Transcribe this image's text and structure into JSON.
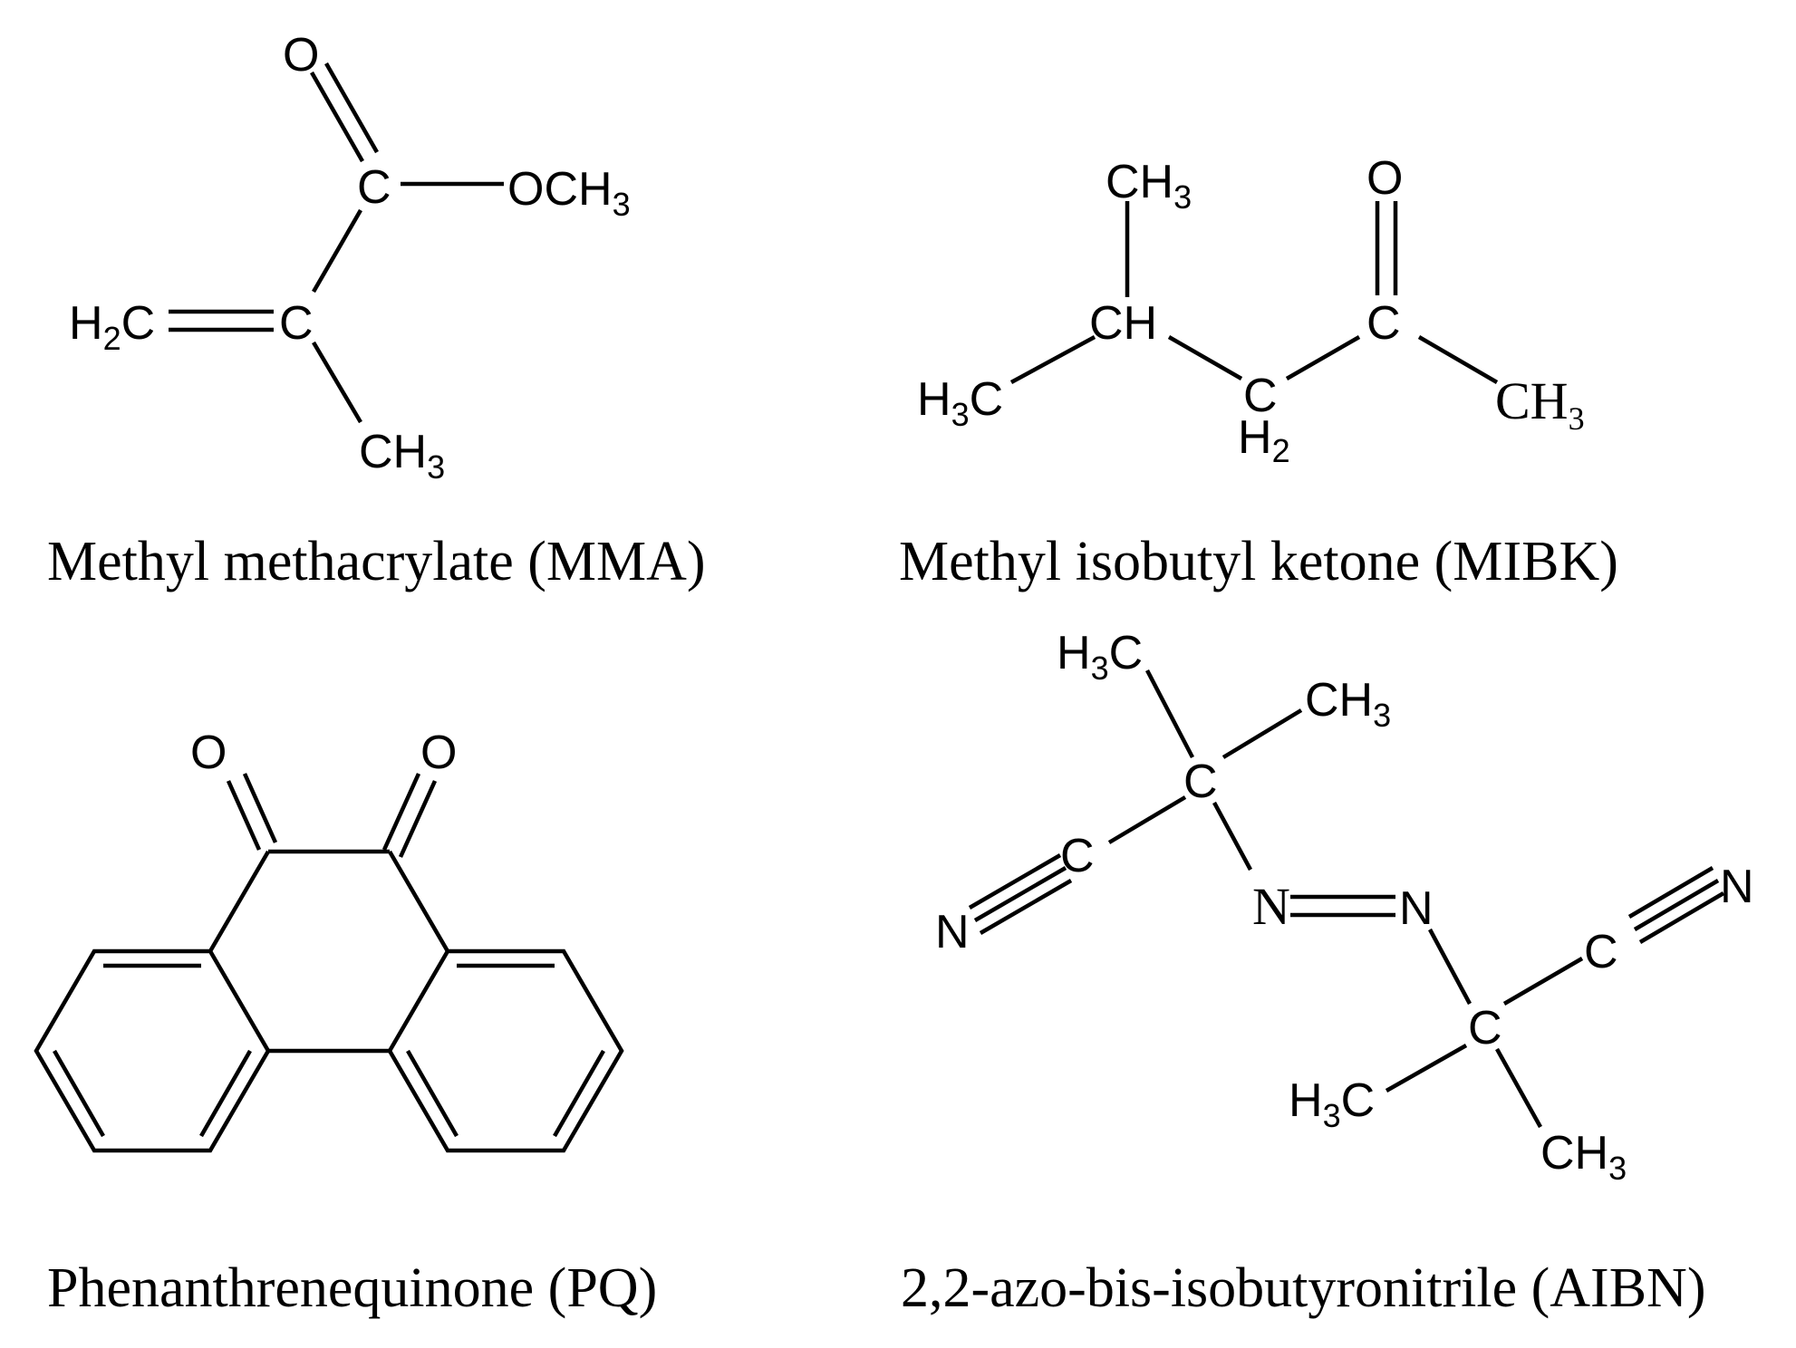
{
  "captions": {
    "mma": "Methyl methacrylate (MMA)",
    "mibk": "Methyl isobutyl ketone (MIBK)",
    "pq": "Phenanthrenequinone (PQ)",
    "aibn": "2,2-azo-bis-isobutyronitrile (AIBN)"
  },
  "mma": {
    "o": "O",
    "c_carbonyl": "C",
    "och3": "OCH",
    "och3_sub": "3",
    "h2c_h": "H",
    "h2c_sub": "2",
    "h2c_c": "C",
    "c_alpha": "C",
    "ch3": "CH",
    "ch3_sub": "3"
  },
  "mibk": {
    "ch3_top": "CH",
    "ch3_top_sub": "3",
    "ch": "CH",
    "h3c_h": "H",
    "h3c_sub": "3",
    "h3c_c": "C",
    "c_methylene": "C",
    "h2": "H",
    "h2_sub": "2",
    "c_carbonyl": "C",
    "o": "O",
    "ch3_right": "CH",
    "ch3_right_sub": "3"
  },
  "pq": {
    "o_left": "O",
    "o_right": "O"
  },
  "aibn": {
    "h3c_top_h": "H",
    "h3c_top_sub": "3",
    "h3c_top_c": "C",
    "ch3_top": "CH",
    "ch3_top_sub": "3",
    "c_quat_top": "C",
    "c_nitrile_left": "C",
    "n_left": "N",
    "n_azo_left": "N",
    "n_azo_right": "N",
    "c_nitrile_right": "C",
    "n_right": "N",
    "c_quat_bottom": "C",
    "h3c_bottom_h": "H",
    "h3c_bottom_sub": "3",
    "h3c_bottom_c": "C",
    "ch3_bottom": "CH",
    "ch3_bottom_sub": "3"
  }
}
